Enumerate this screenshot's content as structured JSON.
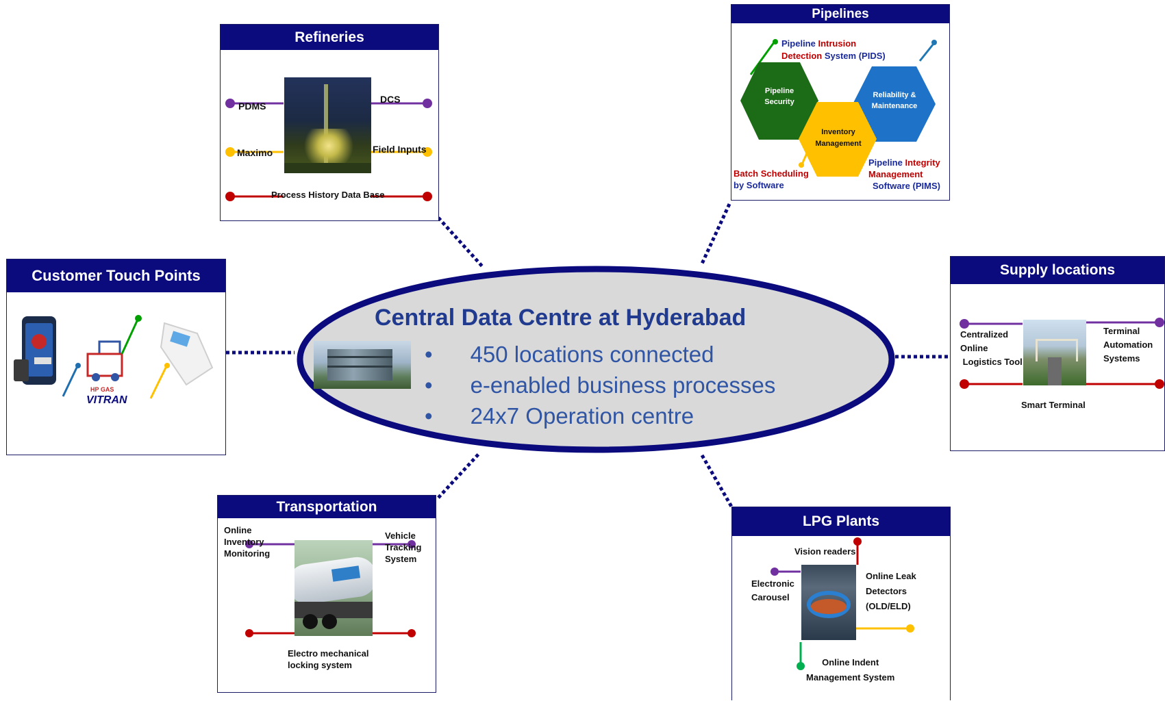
{
  "center": {
    "title": "Central Data Centre at Hyderabad",
    "bullets": [
      "450 locations connected",
      "e-enabled business processes",
      "24x7 Operation centre"
    ]
  },
  "refineries": {
    "title": "Refineries",
    "labels": {
      "pdms": "PDMS",
      "maximo": "Maximo",
      "dcs": "DCS",
      "field_inputs": "Field Inputs",
      "phdb": "Process History Data Base"
    }
  },
  "pipelines": {
    "title": "Pipelines",
    "pids": {
      "a": "Pipeline ",
      "b": "Intrusion",
      "c": "Detection",
      "d": " System (PIDS)"
    },
    "security": [
      "Pipeline",
      "Security"
    ],
    "reliability": [
      "Reliability &",
      "Maintenance"
    ],
    "inventory": [
      "Inventory",
      "Management"
    ],
    "batch": [
      "Batch Scheduling",
      "by Software"
    ],
    "pims": {
      "a": "Pipeline ",
      "b": "Integrity",
      "c": "Management",
      "d": "Software (PIMS)"
    }
  },
  "customer": {
    "title": "Customer Touch Points",
    "logo_text": [
      "HP GAS",
      "VITRAN"
    ]
  },
  "supply": {
    "title": "Supply locations",
    "left": [
      "Centralized",
      "Online",
      " Logistics Tool"
    ],
    "right": [
      "Terminal",
      "Automation",
      "Systems"
    ],
    "bottom": "Smart Terminal"
  },
  "transport": {
    "title": "Transportation",
    "left": [
      "Online",
      "Inventory",
      "Monitoring"
    ],
    "right": [
      "Vehicle",
      "Tracking",
      "System"
    ],
    "bottom": [
      "Electro mechanical",
      "locking system"
    ]
  },
  "lpg": {
    "title": "LPG Plants",
    "vision": "Vision readers",
    "carousel": [
      "Electronic",
      "Carousel"
    ],
    "leak": [
      "Online Leak",
      "Detectors",
      "(OLD/ELD)"
    ],
    "indent": [
      "Online Indent",
      "Management System"
    ]
  },
  "colors": {
    "navy": "#0b0b7e",
    "purple": "#7030a0",
    "gold": "#ffc000",
    "red": "#c00000",
    "green": "#00b050",
    "ellipse": "#d9d9d9"
  }
}
